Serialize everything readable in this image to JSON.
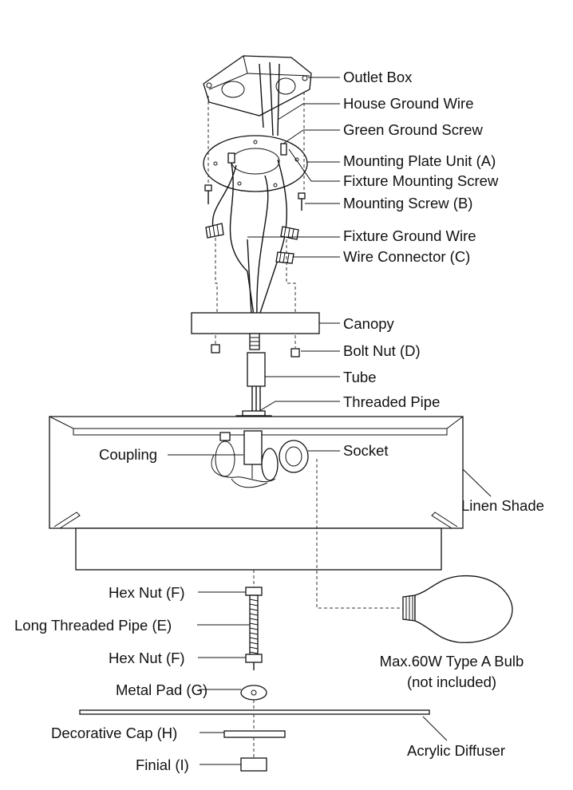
{
  "labels": {
    "outlet_box": "Outlet Box",
    "house_ground_wire": "House Ground Wire",
    "green_ground_screw": "Green Ground Screw",
    "mounting_plate_unit": "Mounting Plate Unit (A)",
    "fixture_mounting_screw": "Fixture Mounting Screw",
    "mounting_screw": "Mounting Screw (B)",
    "fixture_ground_wire": "Fixture Ground Wire",
    "wire_connector": "Wire Connector (C)",
    "canopy": "Canopy",
    "bolt_nut": "Bolt Nut (D)",
    "tube": "Tube",
    "threaded_pipe": "Threaded Pipe",
    "coupling": "Coupling",
    "socket": "Socket",
    "linen_shade": "Linen Shade",
    "hex_nut_top": "Hex Nut (F)",
    "long_threaded_pipe": "Long Threaded Pipe (E)",
    "hex_nut_bottom": "Hex Nut (F)",
    "metal_pad": "Metal Pad (G)",
    "decorative_cap": "Decorative Cap (H)",
    "finial": "Finial (I)",
    "bulb_line1": "Max.60W Type A Bulb",
    "bulb_line2": "(not included)",
    "acrylic_diffuser": "Acrylic Diffuser"
  }
}
